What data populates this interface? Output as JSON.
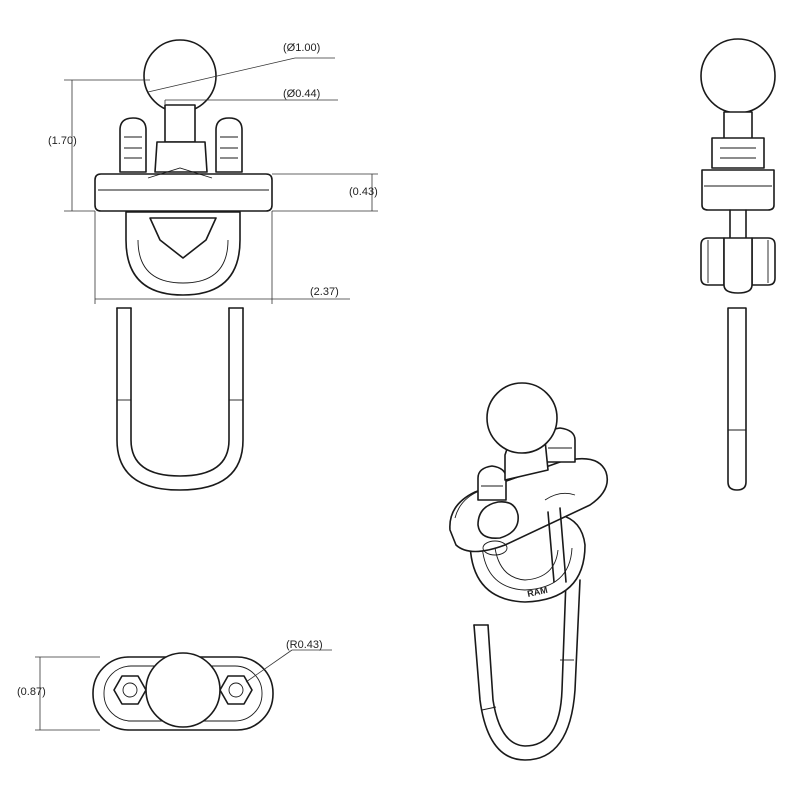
{
  "dimensions": {
    "ball_diameter": "(Ø1.00)",
    "neck_diameter": "(Ø0.44)",
    "overall_height": "(1.70)",
    "base_height": "(0.43)",
    "width": "(2.37)",
    "corner_radius": "(R0.43)",
    "depth": "(0.87)"
  },
  "marking": "RAM",
  "colors": {
    "line": "#1a1a1a",
    "background": "#ffffff"
  }
}
